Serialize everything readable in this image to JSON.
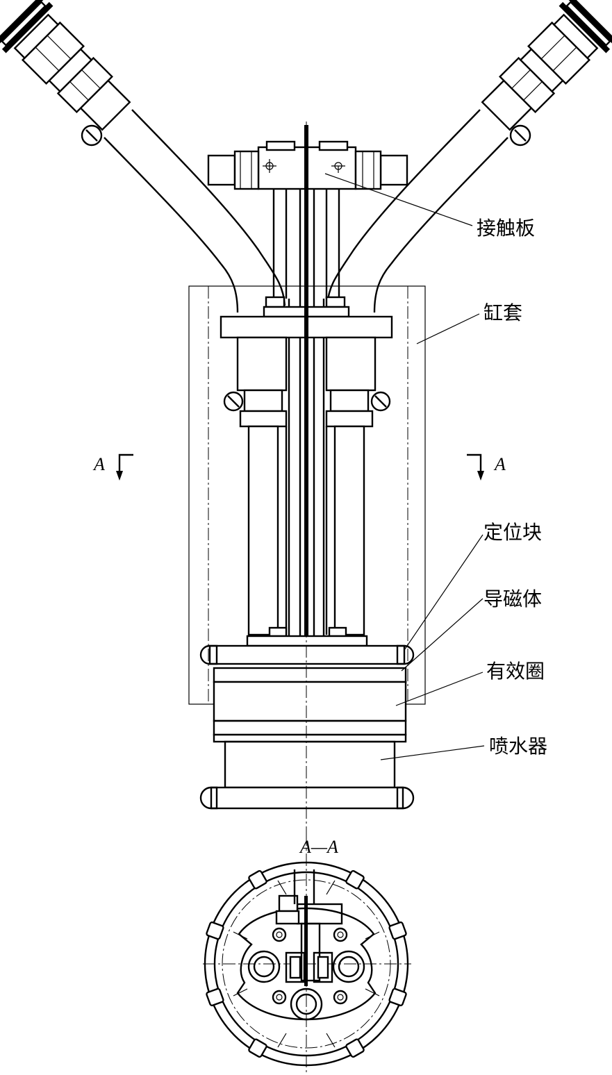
{
  "labels": {
    "contact_plate": "接触板",
    "cylinder_sleeve": "缸套",
    "locating_block": "定位块",
    "magnetic_conductor": "导磁体",
    "effective_coil": "有效圈",
    "water_sprayer": "喷水器"
  },
  "section": {
    "marker_left": "A",
    "marker_right": "A",
    "view_title": "A—A"
  }
}
